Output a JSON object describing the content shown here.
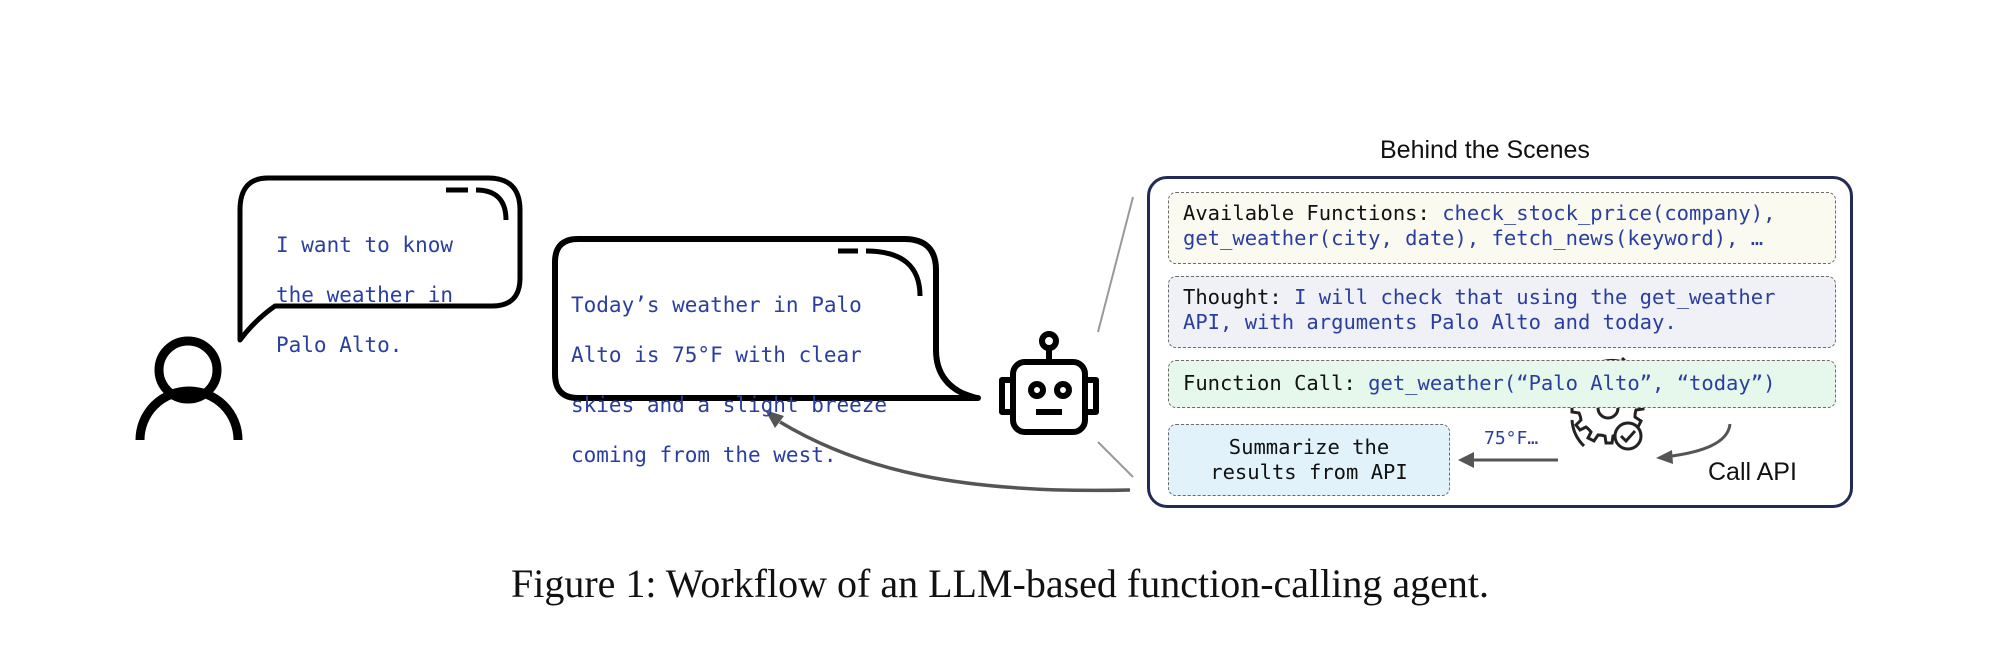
{
  "user_bubble": {
    "lines": [
      "I want to know",
      "the weather in",
      "Palo Alto."
    ]
  },
  "agent_bubble": {
    "lines": [
      "Today’s weather in Palo",
      "Alto is 75°F with clear",
      "skies and a slight breeze",
      "coming from the west."
    ]
  },
  "panel": {
    "title": "Behind the Scenes",
    "functions": {
      "label": "Available Functions:",
      "value_line1": "check_stock_price(company),",
      "value_line2": "get_weather(city, date), fetch_news(keyword), …"
    },
    "thought": {
      "label": "Thought:",
      "value_line1": "I will check that using the get_weather",
      "value_line2": "API, with arguments Palo Alto and today."
    },
    "function_call": {
      "label": "Function Call:",
      "value": "get_weather(“Palo Alto”, “today”)"
    },
    "summary": {
      "line1": "Summarize the",
      "line2": "results from API"
    },
    "result_label": "75°F…",
    "call_api_label": "Call API"
  },
  "caption": "Figure 1: Workflow of an LLM-based function-calling agent.",
  "icons": {
    "user": "person-icon",
    "agent": "robot-icon",
    "api": "gear-check-icon"
  },
  "colors": {
    "text_blue": "#2a3ea0",
    "panel_border": "#232b55",
    "functions_bg": "#fafaf0",
    "thought_bg": "#eff1f7",
    "call_bg": "#e6f7ec",
    "summary_bg": "#e1f2fa"
  }
}
